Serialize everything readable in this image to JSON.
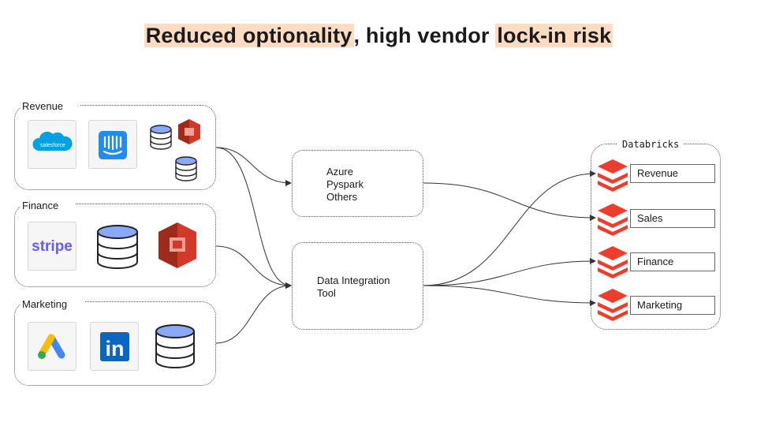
{
  "title": {
    "part1": "Reduced optionality",
    "part2": ", high vendor ",
    "part3": "lock-in risk"
  },
  "sources": {
    "revenue": {
      "label": "Revenue",
      "logos": [
        "salesforce",
        "intercom",
        "database",
        "aws-s3",
        "database"
      ]
    },
    "finance": {
      "label": "Finance",
      "logos": [
        "stripe",
        "database",
        "aws-s3"
      ]
    },
    "marketing": {
      "label": "Marketing",
      "logos": [
        "google-ads",
        "linkedin",
        "database"
      ]
    }
  },
  "salesforce_text": "salesforce",
  "stripe_text": "stripe",
  "linkedin_text": "in",
  "processing": {
    "custom": {
      "lines": [
        "Azure",
        "Pyspark",
        "Others"
      ]
    },
    "tool": {
      "lines": [
        "Data Integration",
        "Tool"
      ]
    }
  },
  "destination": {
    "label": "Databricks",
    "items": [
      "Revenue",
      "Sales",
      "Finance",
      "Marketing"
    ]
  },
  "colors": {
    "highlight": "#fddcc2",
    "databricks": "#ee3d2c",
    "aws": "#d13a2a",
    "stripe": "#635bff",
    "salesforce": "#00a1e0",
    "intercom": "#1f8ded",
    "linkedin": "#0a66c2",
    "db_fill": "#8aa8f5"
  }
}
